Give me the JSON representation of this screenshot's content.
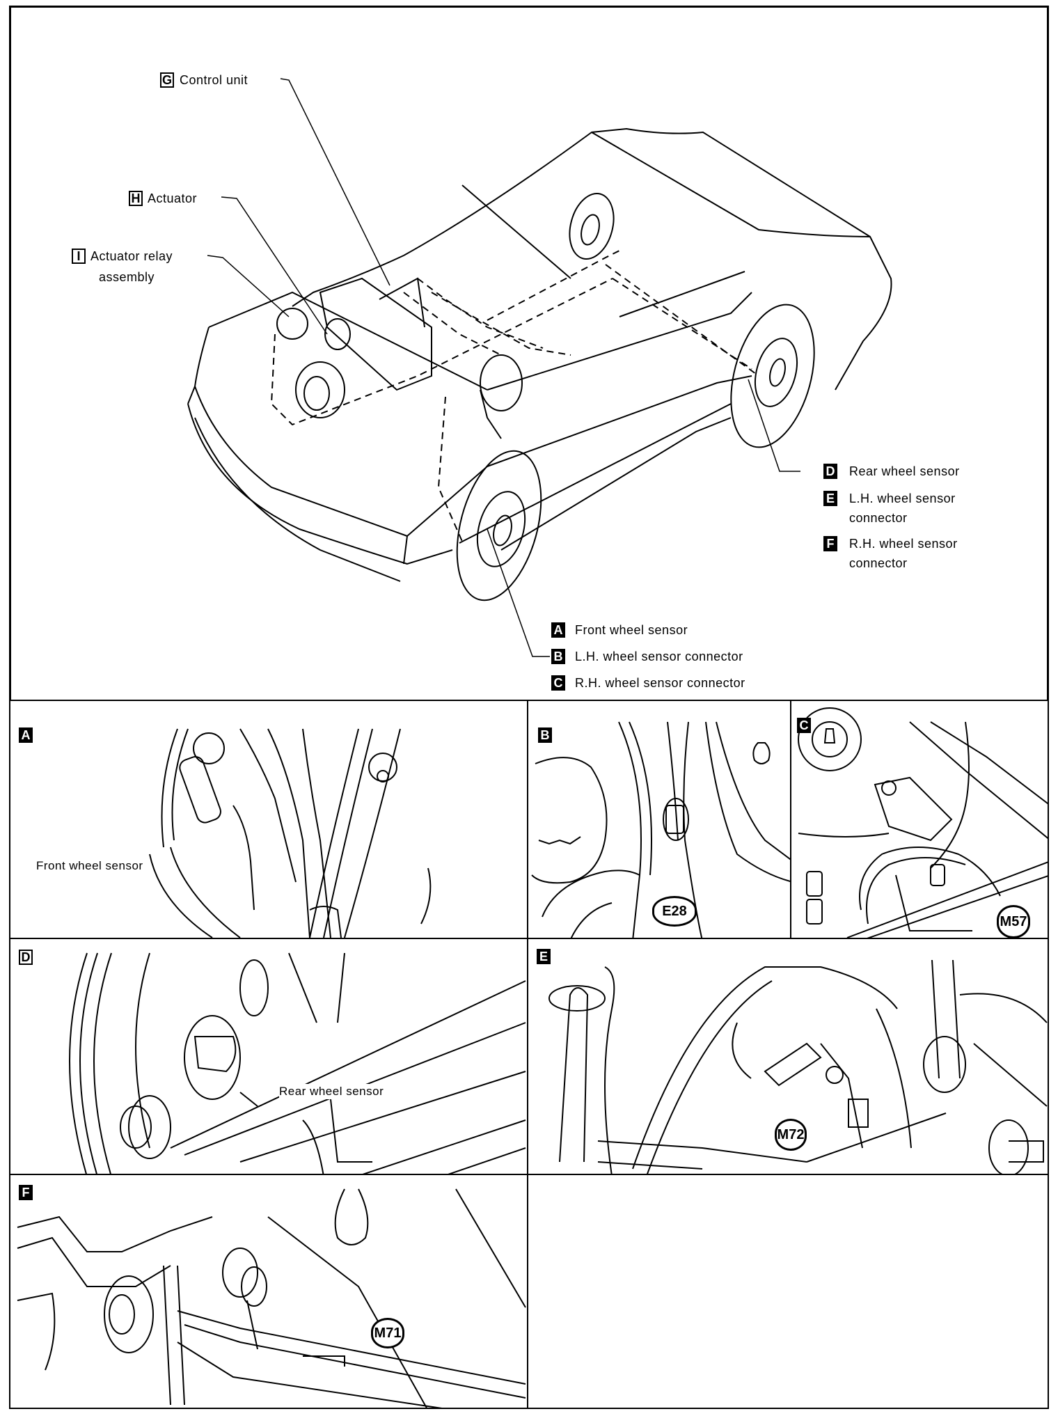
{
  "overview": {
    "labels": {
      "G": {
        "tag": "G",
        "text": "Control unit"
      },
      "H": {
        "tag": "H",
        "text": "Actuator"
      },
      "I": {
        "tag": "I",
        "text_line1": "Actuator relay",
        "text_line2": "assembly"
      },
      "D": {
        "tag": "D",
        "text": "Rear wheel sensor"
      },
      "E": {
        "tag": "E",
        "text_line1": "L.H. wheel sensor",
        "text_line2": "connector"
      },
      "F": {
        "tag": "F",
        "text_line1": "R.H. wheel sensor",
        "text_line2": "connector"
      },
      "A": {
        "tag": "A",
        "text": "Front wheel sensor"
      },
      "B": {
        "tag": "B",
        "text": "L.H. wheel sensor connector"
      },
      "C": {
        "tag": "C",
        "text": "R.H. wheel sensor connector"
      }
    }
  },
  "panels": [
    {
      "id": "A",
      "tag": "A",
      "caption": "Front wheel sensor",
      "connector": null
    },
    {
      "id": "B",
      "tag": "B",
      "caption": null,
      "connector": "E28"
    },
    {
      "id": "C",
      "tag": "C",
      "caption": null,
      "connector": "M57"
    },
    {
      "id": "D",
      "tag": "D",
      "caption": "Rear wheel sensor",
      "connector": null
    },
    {
      "id": "E",
      "tag": "E",
      "caption": null,
      "connector": "M72"
    },
    {
      "id": "F",
      "tag": "F",
      "caption": null,
      "connector": "M71"
    }
  ]
}
